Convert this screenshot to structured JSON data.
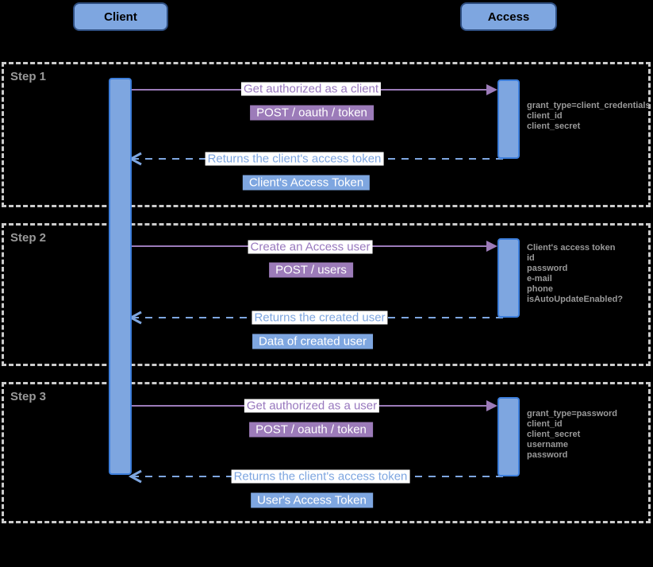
{
  "colors": {
    "background": "#000000",
    "actor_fill": "#7EA6E0",
    "bar_border": "#3D7EDB",
    "purple_accent": "#9C7BB9",
    "blue_accent": "#7EA6E0",
    "step_border": "#CCCCCC",
    "param_text": "#999999"
  },
  "actors": [
    {
      "label": "Client"
    },
    {
      "label": "Access"
    }
  ],
  "steps": [
    {
      "label": "Step 1",
      "request": {
        "label": "Get authorized as a client",
        "badge": "POST / oauth / token",
        "params": "grant_type=client_credentials\nclient_id\nclient_secret"
      },
      "response": {
        "label": "Returns the client's access token",
        "badge": "Client's Access Token"
      }
    },
    {
      "label": "Step 2",
      "request": {
        "label": "Create an Access user",
        "badge": "POST / users",
        "params": "Client's access token\nid\npassword\ne-mail\nphone\nisAutoUpdateEnabled?"
      },
      "response": {
        "label": "Returns the created user",
        "badge": "Data of created user"
      }
    },
    {
      "label": "Step 3",
      "request": {
        "label": "Get authorized as a user",
        "badge": "POST / oauth / token",
        "params": "grant_type=password\nclient_id\nclient_secret\nusername\npassword"
      },
      "response": {
        "label": "Returns the client's access token",
        "badge": "User's Access Token"
      }
    }
  ]
}
